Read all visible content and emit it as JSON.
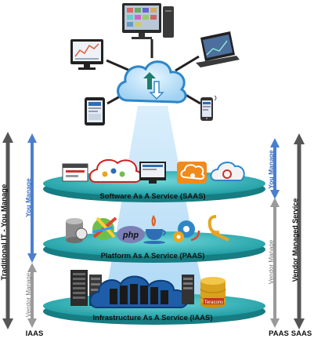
{
  "layers": {
    "saas": "Software As A Service (SAAS)",
    "paas": "Platform As A Service (PAAS)",
    "iaas": "Infrastructure As A Service (IAAS)"
  },
  "left_labels": {
    "traditional": "Traditional IT - You Manage",
    "you_manage": "You Manage",
    "vendor_manage": "Vendor Manage"
  },
  "right_labels": {
    "you_manage": "You Manage",
    "vendor_manage": "Vendor Manage",
    "vendor_managed_service": "Vendor Managed Service"
  },
  "bottom_labels": {
    "iaas": "IAAS",
    "paas": "PAAS",
    "saas": "SAAS"
  },
  "logos": {
    "php": "php",
    "db_brand": "Teracons"
  },
  "colors": {
    "disk_top": "#2fb5b9",
    "disk_edge": "#167d82",
    "blue_arrow": "#4a7fd0",
    "gray_arrow": "#9a9a9a",
    "dark_arrow": "#555555",
    "beam": "#9fd3f0"
  },
  "icons": [
    "desktop-monitor-icon",
    "monitor-icon",
    "laptop-icon",
    "tablet-icon",
    "phone-icon",
    "cloud-sync-icon"
  ]
}
